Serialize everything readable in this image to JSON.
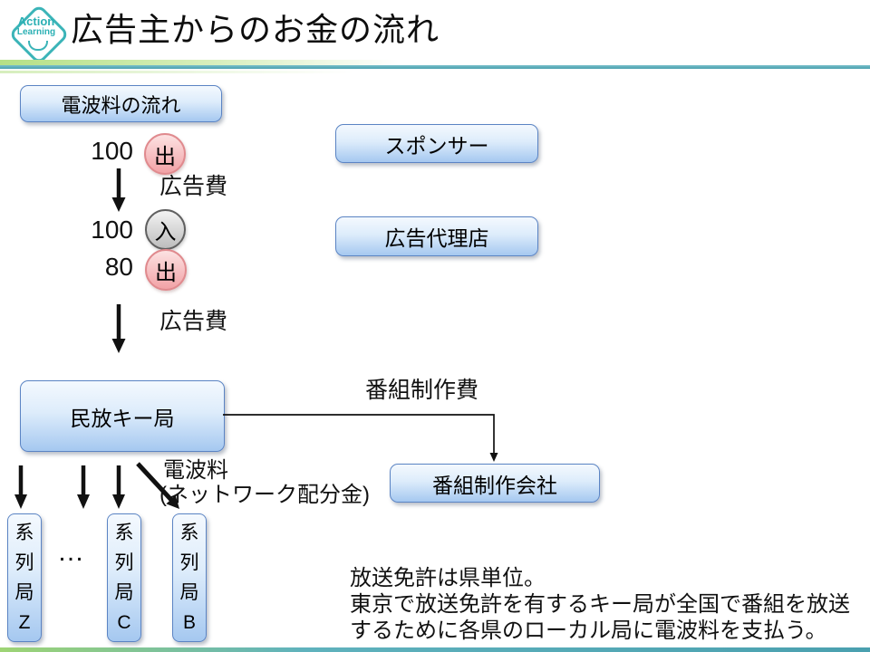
{
  "colors": {
    "accent_teal": "#4aa0af",
    "accent_green": "#b5e086",
    "box_border_blue": "#5b84c4",
    "box_fill_top": "#f4f9fe",
    "box_fill_bottom": "#a5c8f0",
    "badge_out_pink": "#f2a2a6",
    "badge_in_gray": "#bdbdbd",
    "arrow_black": "#111111"
  },
  "header": {
    "logo_line1": "Action",
    "logo_line2": "Learning",
    "title": "広告主からのお金の流れ"
  },
  "diagram": {
    "legend_box": "電波料の流れ",
    "amounts": {
      "a1": "100",
      "a2": "100",
      "a3": "80"
    },
    "badges": {
      "out1": "出",
      "in1": "入",
      "out2": "出"
    },
    "labels": {
      "ad_fee_1": "広告費",
      "ad_fee_2": "広告費",
      "program_fee": "番組制作費",
      "wave_fee": "電波料",
      "wave_fee_sub": "(ネットワーク配分金)",
      "ellipsis": "…"
    },
    "boxes": {
      "sponsor": "スポンサー",
      "agency": "広告代理店",
      "key_station": "民放キー局",
      "production": "番組制作会社",
      "affiliate_z": "系\n列\n局\nZ",
      "affiliate_c": "系\n列\n局\nC",
      "affiliate_b": "系\n列\n局\nB"
    },
    "note": "放送免許は県単位。\n東京で放送免許を有するキー局が全国で番組を放送\nするために各県のローカル局に電波料を支払う。"
  }
}
